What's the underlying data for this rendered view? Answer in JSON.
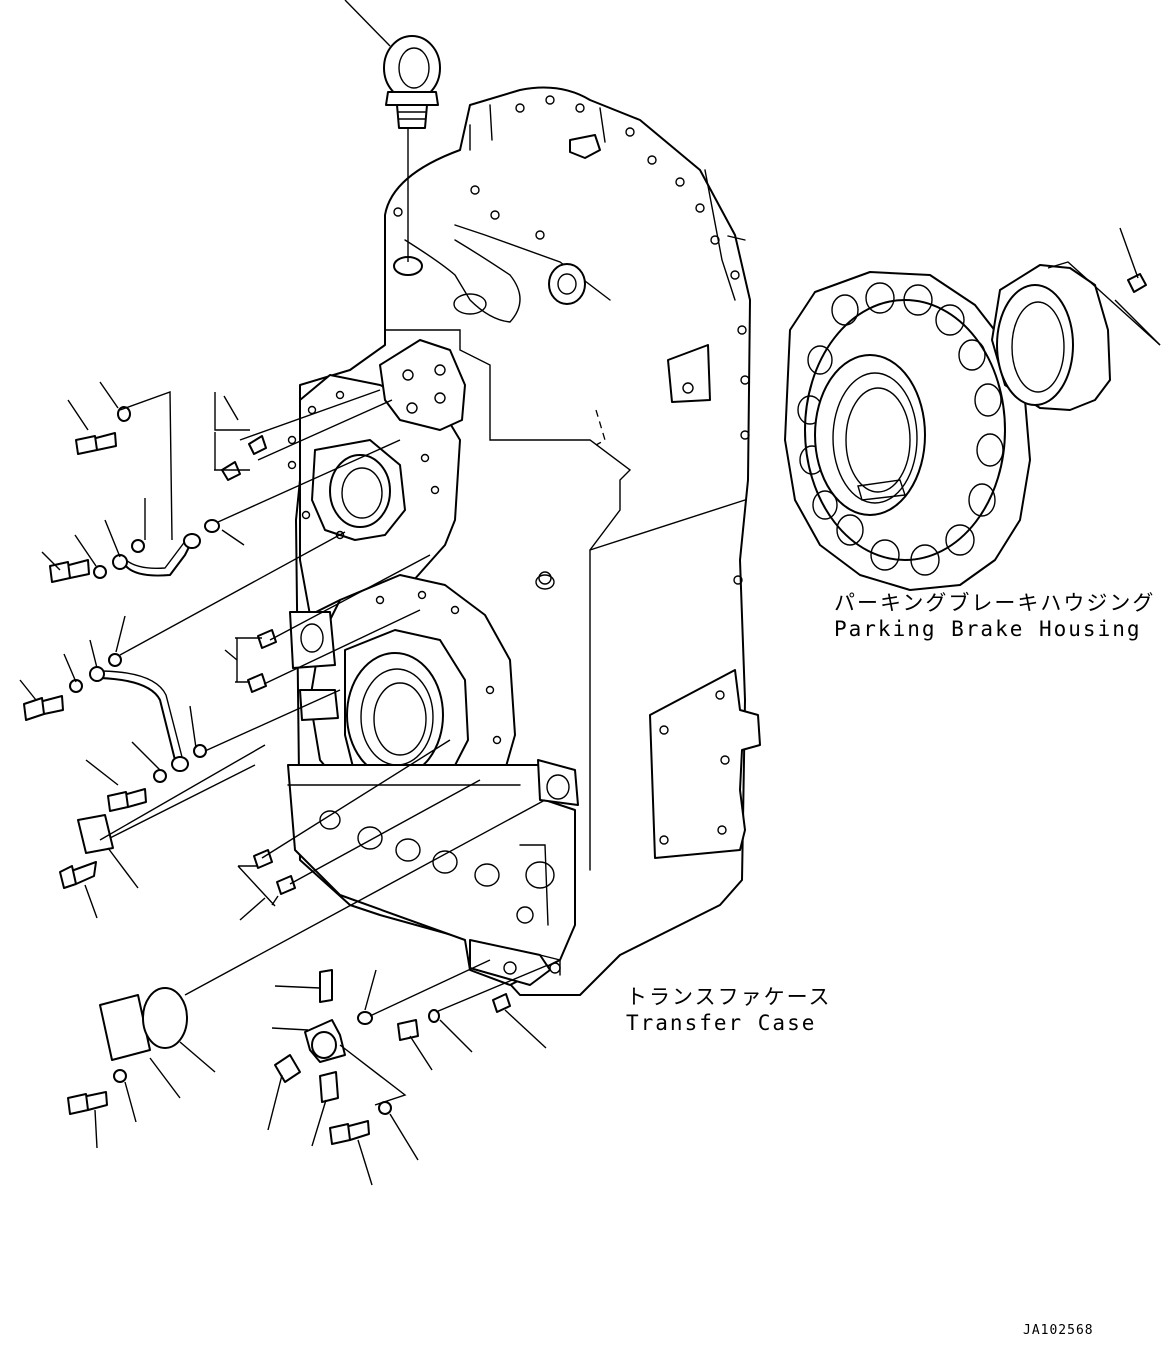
{
  "labels": {
    "parking_brake_jp": "パーキングブレーキハウジング",
    "parking_brake_en": "Parking Brake Housing",
    "transfer_case_jp": "トランスファケース",
    "transfer_case_en": "Transfer Case"
  },
  "drawing_code": "JA102568"
}
